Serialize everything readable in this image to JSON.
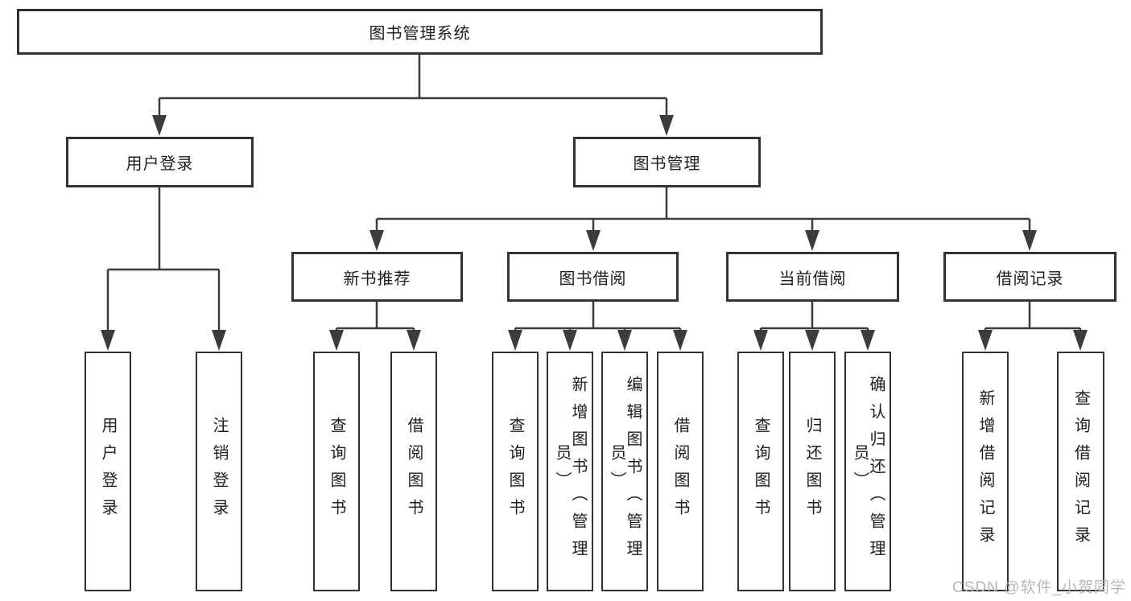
{
  "diagram": {
    "root": {
      "label": "图书管理系统"
    },
    "level2": [
      {
        "label": "用户登录",
        "parent": "图书管理系统"
      },
      {
        "label": "图书管理",
        "parent": "图书管理系统"
      }
    ],
    "level3": [
      {
        "label": "新书推荐",
        "parent": "图书管理"
      },
      {
        "label": "图书借阅",
        "parent": "图书管理"
      },
      {
        "label": "当前借阅",
        "parent": "图书管理"
      },
      {
        "label": "借阅记录",
        "parent": "图书管理"
      }
    ],
    "leaves": [
      {
        "label": "用户登录",
        "parent": "用户登录"
      },
      {
        "label": "注销登录",
        "parent": "用户登录"
      },
      {
        "label": "查询图书",
        "parent": "新书推荐"
      },
      {
        "label": "借阅图书",
        "parent": "新书推荐"
      },
      {
        "label": "查询图书",
        "parent": "图书借阅"
      },
      {
        "label": "新增图书（管理员）",
        "parent": "图书借阅"
      },
      {
        "label": "编辑图书（管理员）",
        "parent": "图书借阅"
      },
      {
        "label": "借阅图书",
        "parent": "图书借阅"
      },
      {
        "label": "查询图书",
        "parent": "当前借阅"
      },
      {
        "label": "归还图书",
        "parent": "当前借阅"
      },
      {
        "label": "确认归还（管理员）",
        "parent": "当前借阅"
      },
      {
        "label": "新增借阅记录",
        "parent": "借阅记录"
      },
      {
        "label": "查询借阅记录",
        "parent": "借阅记录"
      }
    ]
  },
  "watermark": {
    "text": "CSDN @软件_小贺同学"
  },
  "colors": {
    "line": "#3c3c3c",
    "box_border": "#333333",
    "box_fill": "#ffffff",
    "text": "#1e1e1e",
    "watermark": "#b4b8bd"
  }
}
